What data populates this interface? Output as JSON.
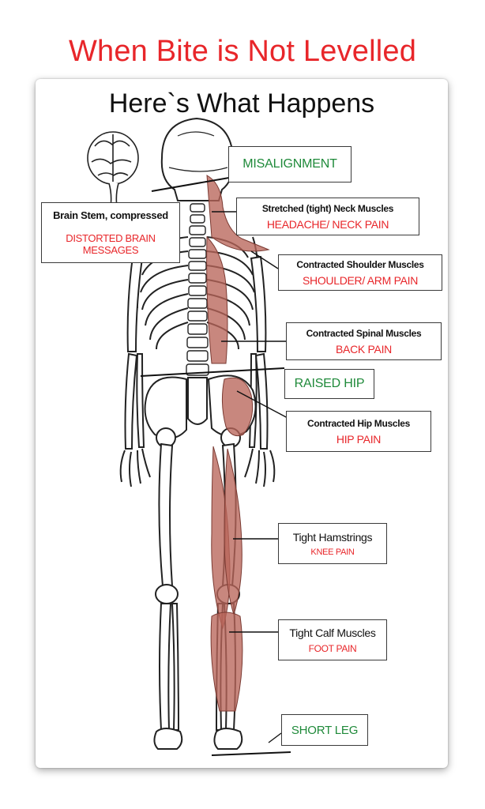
{
  "title": "When Bite is Not Levelled",
  "subtitle": "Here`s What Happens",
  "colors": {
    "title": "#e8262a",
    "pain": "#e8262a",
    "alignment": "#1f8a3a",
    "muscle": "#b8655a"
  },
  "labels": {
    "misalignment": "MISALIGNMENT",
    "neck_muscles": "Stretched (tight) Neck Muscles",
    "neck_pain": "HEADACHE/ NECK PAIN",
    "brain_stem": "Brain Stem, compressed",
    "brain_messages": "DISTORTED BRAIN MESSAGES",
    "shoulder_muscles": "Contracted Shoulder Muscles",
    "shoulder_pain": "SHOULDER/ ARM PAIN",
    "spinal_muscles": "Contracted Spinal Muscles",
    "back_pain": "BACK PAIN",
    "raised_hip": "RAISED HIP",
    "hip_muscles": "Contracted Hip Muscles",
    "hip_pain": "HIP PAIN",
    "hamstrings": "Tight Hamstrings",
    "knee_pain": "KNEE PAIN",
    "calf_muscles": "Tight Calf Muscles",
    "foot_pain": "FOOT PAIN",
    "short_leg": "SHORT LEG"
  }
}
